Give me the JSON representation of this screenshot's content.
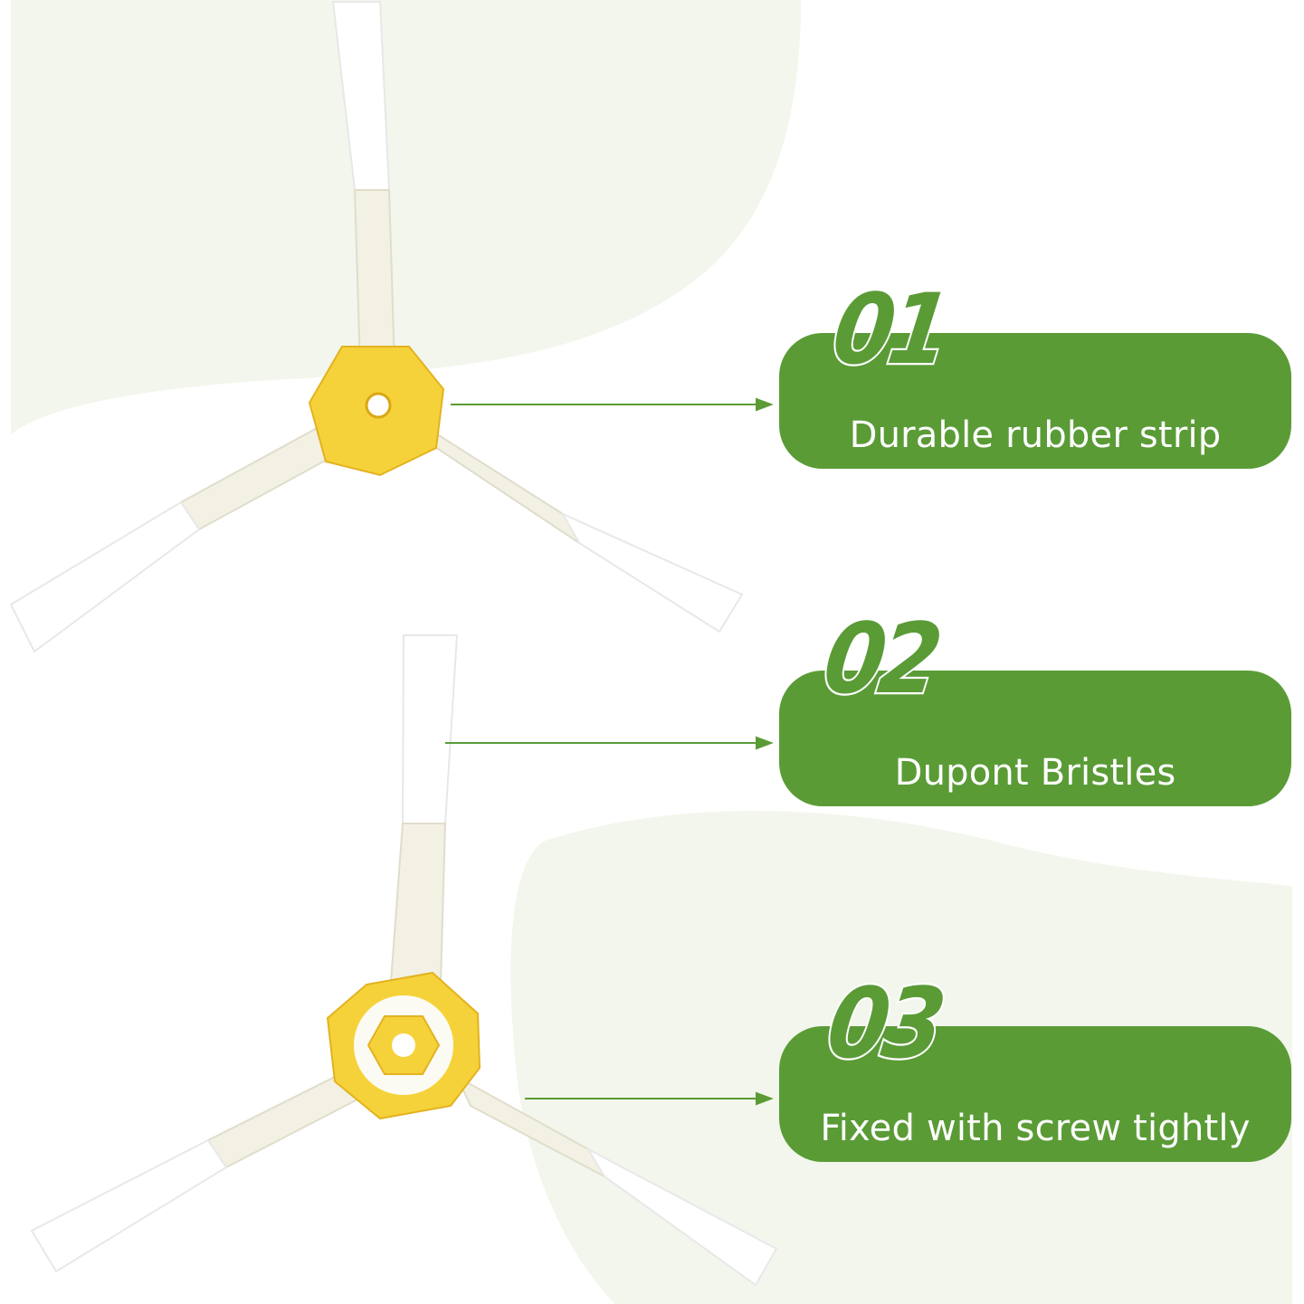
{
  "colors": {
    "accent": "#5a9b36",
    "background_blob": "#f2f6ec",
    "brush_hub": "#f6d23a",
    "brush_arm": "#f3f1e4",
    "bristles": "#ffffff"
  },
  "product_images": [
    {
      "name": "side-brush-front",
      "hub_icon": "hub-with-center-hole"
    },
    {
      "name": "side-brush-back",
      "hub_icon": "hub-with-hex-screw-seat"
    }
  ],
  "features": [
    {
      "number": "01",
      "label": "Durable rubber strip"
    },
    {
      "number": "02",
      "label": "Dupont Bristles"
    },
    {
      "number": "03",
      "label": "Fixed with screw tightly"
    }
  ]
}
